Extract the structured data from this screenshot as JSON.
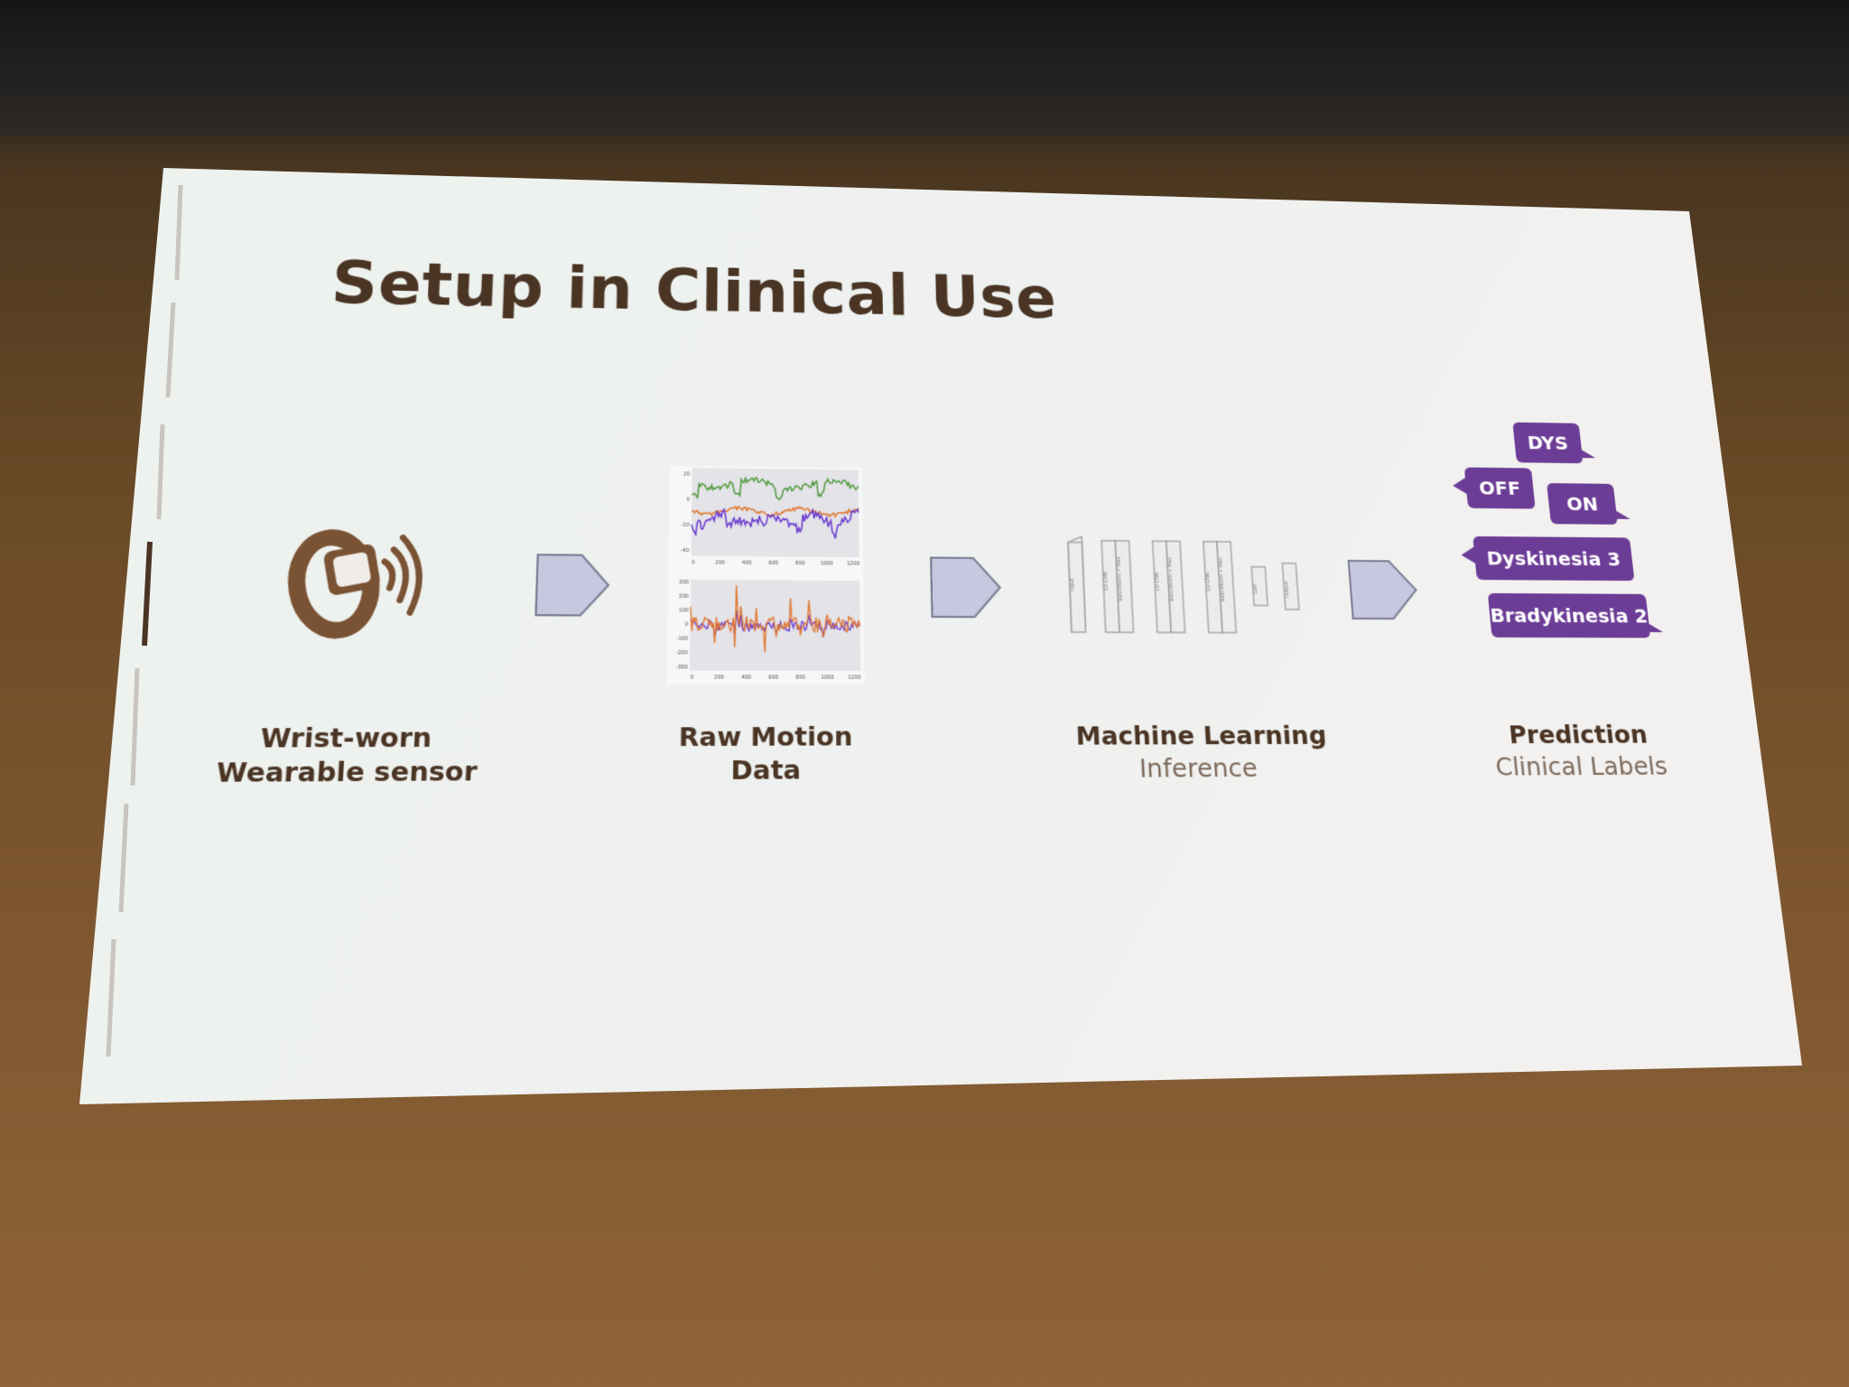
{
  "slide": {
    "title": "Setup in Clinical Use",
    "steps": [
      {
        "line1": "Wrist-worn",
        "line2": "Wearable sensor"
      },
      {
        "line1": "Raw Motion",
        "line2": "Data"
      },
      {
        "line1": "Machine Learning",
        "line2": "Inference"
      },
      {
        "line1": "Prediction",
        "line2": "Clinical Labels"
      }
    ],
    "labels": {
      "dys": "DYS",
      "off": "OFF",
      "on": "ON",
      "dyskinesia": "Dyskinesia 3",
      "bradykinesia": "Bradykinesia 2"
    },
    "plot": {
      "top_y_ticks": [
        "20",
        "0",
        "-20",
        "-40"
      ],
      "bottom_y_ticks": [
        "300",
        "200",
        "100",
        "0",
        "-100",
        "-200",
        "-300"
      ],
      "x_ticks": [
        "0",
        "200",
        "400",
        "600",
        "800",
        "1000",
        "1200"
      ]
    }
  },
  "colors": {
    "slide_bg_left": "#f2f2ee",
    "slide_bg_right": "#e6ecec",
    "title_text": "#4a3424",
    "caption_sub": "#7d6a5c",
    "arrow_fill": "#c5c8de",
    "badge_purple": "#6c3d96",
    "series_green": "#4f9a3c",
    "series_orange": "#e0762f",
    "series_purple": "#6a38d0"
  },
  "icons": {
    "sensor": "wrist-sensor-icon",
    "arrow": "pentagon-arrow-icon"
  }
}
